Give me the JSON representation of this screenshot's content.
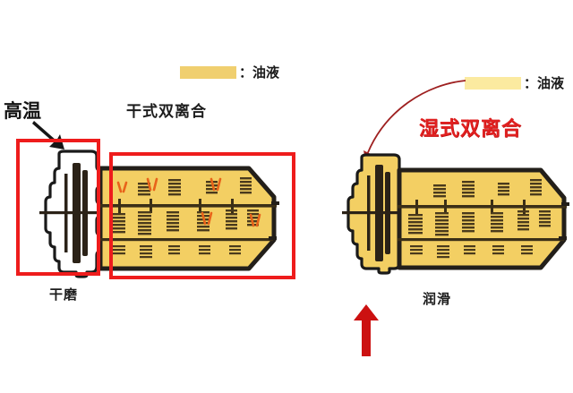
{
  "diagram": {
    "title_description": "对比图：干式双离合与湿式双离合变速箱",
    "colors": {
      "oil_fill_left": "#f0cf6f",
      "oil_fill_right": "#fbeaa0",
      "gearbox_body": "#f3cf63",
      "housing_outline": "#231f1a",
      "highlight_box": "#ee1c1c",
      "heat_mark": "#e8631a",
      "wet_title": "#e02020",
      "pointer_line": "#9e2020",
      "arrow_up": "#cc1111",
      "text": "#1a1a1a"
    }
  },
  "left_panel": {
    "legend": {
      "swatch_name": "oil-swatch",
      "colon": "：",
      "label": "油液"
    },
    "title": "干式双离合",
    "hot_label": "高温",
    "caption": "干磨",
    "arrow_icon": "black-down-right-arrow-icon",
    "highlight_boxes": [
      {
        "name": "clutch-highlight-box"
      },
      {
        "name": "gearbox-highlight-box"
      }
    ],
    "heat_marks_count": 6,
    "clutch_fill": "none",
    "gearbox_fill": "#f3cf63"
  },
  "right_panel": {
    "legend": {
      "swatch_name": "oil-swatch",
      "colon": "：",
      "label": "油液"
    },
    "title": "湿式双离合",
    "caption": "润滑",
    "pointer_icon": "curved-leader-line-icon",
    "arrow_icon": "red-up-arrow-icon",
    "clutch_fill": "#f3cf63",
    "gearbox_fill": "#f3cf63"
  }
}
